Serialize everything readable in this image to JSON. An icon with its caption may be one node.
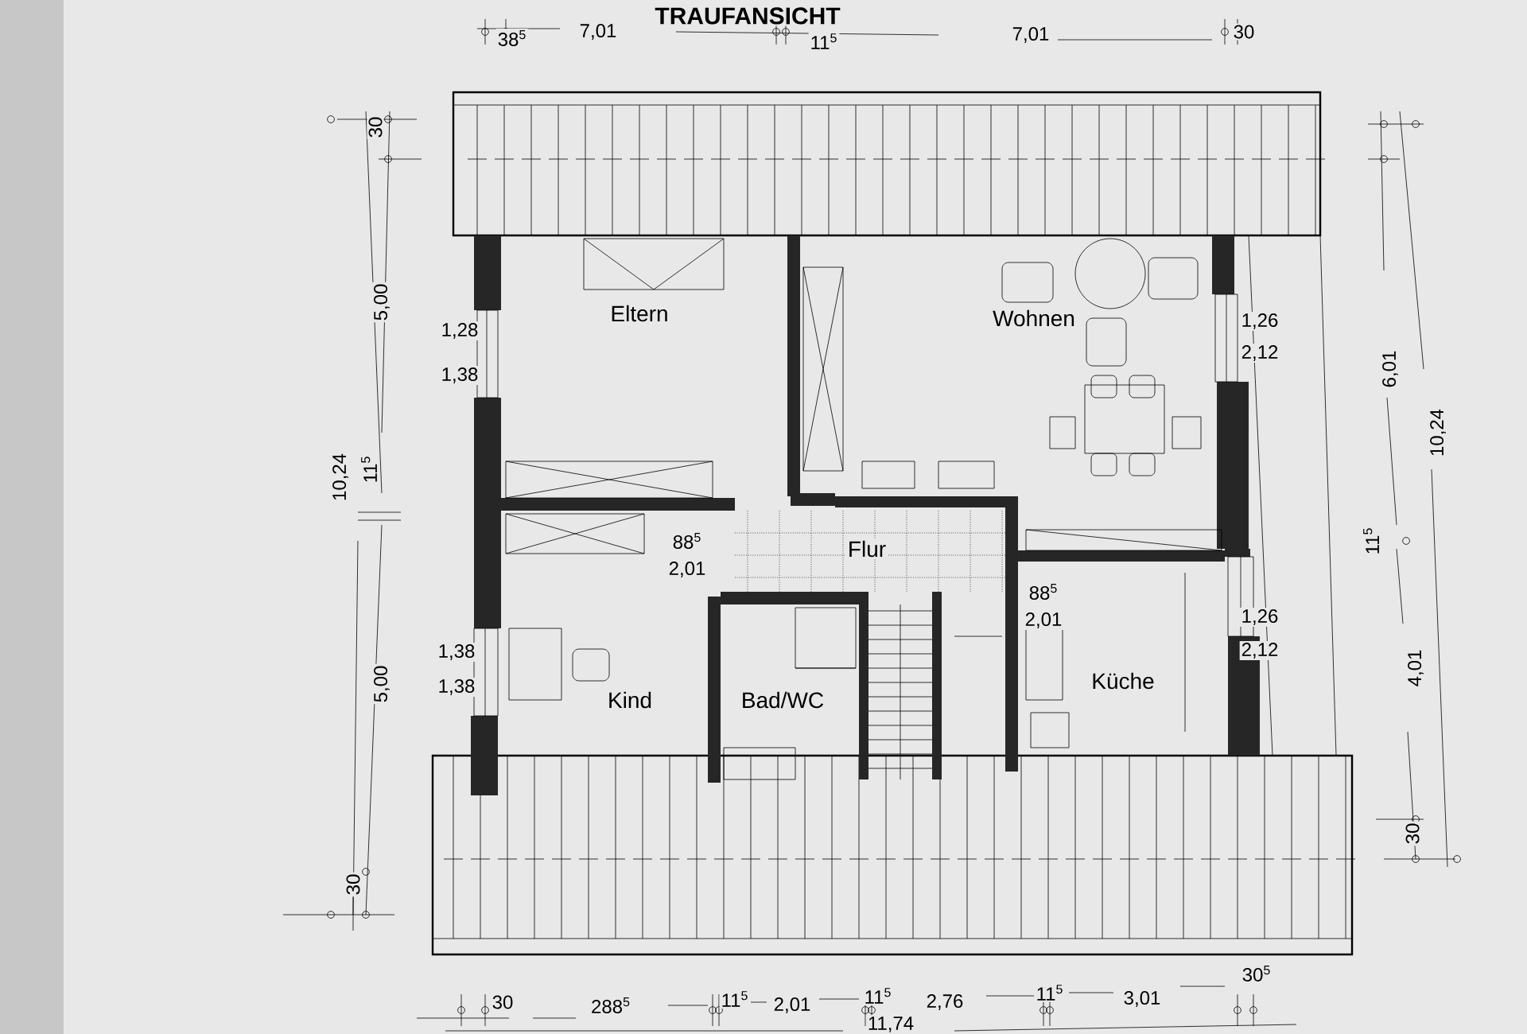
{
  "diagram": {
    "labels": [
      "TRAUFANSICHT",
      "38$^{5}$",
      "7,01",
      "11$^{5}$",
      "7,01",
      "30",
      "30",
      "5,00",
      "1,28",
      "1,38",
      "11$^{5}$",
      "10,24",
      "Eltern",
      "Wohnen",
      "1,26",
      "2,12",
      "6,01",
      "10,24",
      "88$^{5}$",
      "2,01",
      "Flur",
      "11$^{5}$",
      "88$^{5}$",
      "2,01",
      "1,26",
      "1,38",
      "2,12",
      "1,38",
      "5,00",
      "4,01",
      "Kind",
      "Bad/WC",
      "Küche",
      "30",
      "30",
      "30",
      "288$^{5}$",
      "11$^{5}$",
      "2,01",
      "11$^{5}$",
      "2,76",
      "11$^{5}$",
      "3,01",
      "30$^{5}$",
      "11,74"
    ]
  }
}
